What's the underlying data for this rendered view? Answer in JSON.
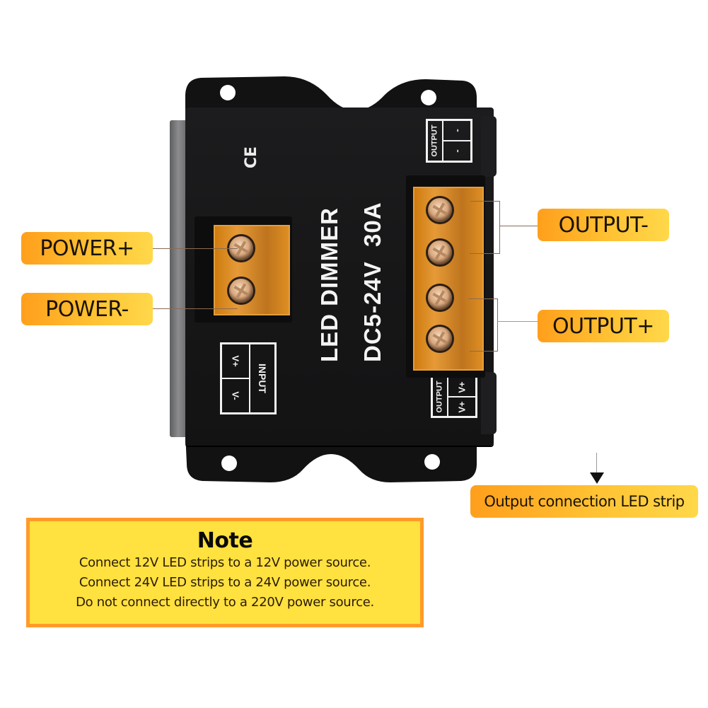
{
  "device": {
    "name_line": "LED DIMMER",
    "spec_line": "DC5-24V  30A",
    "certification_mark": "CE",
    "input_panel": {
      "title": "INPUT",
      "terminals": [
        "V+",
        "V-"
      ]
    },
    "output_top_panel": {
      "title": "OUTPUT",
      "terminals": [
        "-",
        "-"
      ]
    },
    "output_bottom_panel": {
      "title": "OUTPUT",
      "terminals": [
        "V+",
        "V+"
      ]
    }
  },
  "callouts": {
    "power_plus": "POWER+",
    "power_minus": "POWER-",
    "output_minus": "OUTPUT-",
    "output_plus": "OUTPUT+",
    "output_connection": "Output connection LED strip"
  },
  "note": {
    "title": "Note",
    "lines": [
      "Connect 12V LED strips to a 12V power source.",
      "Connect 24V LED strips to a 24V power source.",
      "Do not connect directly to a 220V power source."
    ]
  },
  "colors": {
    "label_orange": "#ff9f1c",
    "label_yellow": "#ffd84a",
    "note_bg": "#ffe13f",
    "note_border": "#ff9a2a",
    "device_black": "#161617",
    "terminal_amber": "#f2a23a"
  }
}
